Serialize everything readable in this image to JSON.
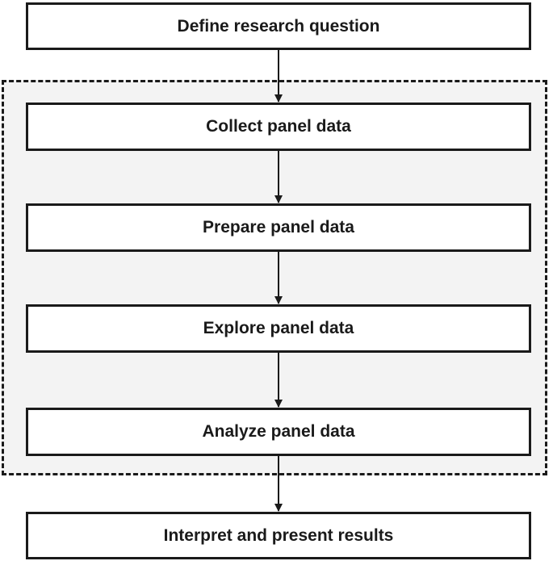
{
  "steps": {
    "define": "Define research question",
    "collect": "Collect panel data",
    "prepare": "Prepare panel data",
    "explore": "Explore panel data",
    "analyze": "Analyze panel data",
    "interpret": "Interpret and present results"
  },
  "colors": {
    "stroke": "#1a1a1a",
    "group_fill": "#f3f3f3",
    "box_fill": "#ffffff"
  }
}
